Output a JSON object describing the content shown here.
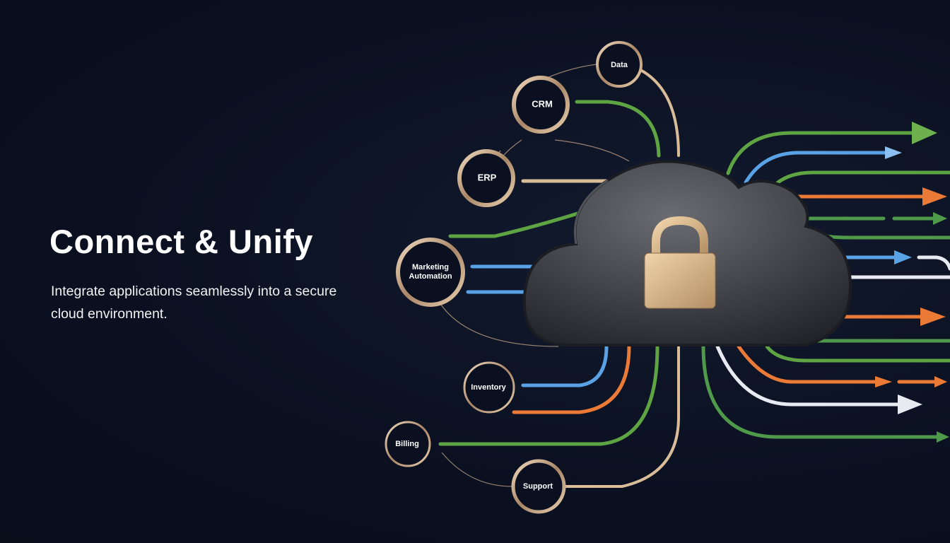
{
  "hero": {
    "title": "Connect & Unify",
    "subtitle": "Integrate applications  seamlessly into a secure cloud environment."
  },
  "diagram": {
    "center": {
      "icon": "lock-icon",
      "container": "cloud-icon"
    },
    "nodes": [
      {
        "label": "Data"
      },
      {
        "label": "CRM"
      },
      {
        "label": "ERP"
      },
      {
        "label_line1": "Marketing",
        "label_line2": "Automation"
      },
      {
        "label": "Inventory"
      },
      {
        "label": "Billing"
      },
      {
        "label": "Support"
      }
    ],
    "colors": {
      "background": "#0a1020",
      "gold": "#d9bc98",
      "green": "#5fa443",
      "blue": "#5aa2e6",
      "orange": "#ea7a36",
      "white": "#e8eaf2",
      "cloud": "#4a4c52"
    }
  }
}
